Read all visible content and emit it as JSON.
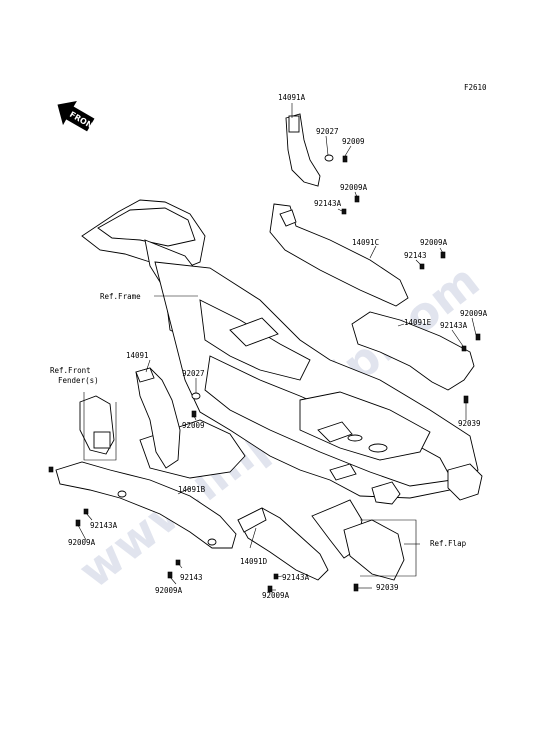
{
  "figure_code": "F2610",
  "front_marker": "FRONT",
  "watermark": "www.impex-jp.com",
  "labels": {
    "p14091A": "14091A",
    "p92027_top": "92027",
    "p92009_top": "92009",
    "p92009A_1": "92009A",
    "p92143A_1": "92143A",
    "p14091C": "14091C",
    "p92009A_2": "92009A",
    "p92143_1": "92143",
    "p92009A_3": "92009A",
    "p14091E": "14091E",
    "p92143A_2": "92143A",
    "ref_frame": "Ref.Frame",
    "p14091": "14091",
    "p92027_mid": "92027",
    "p92009_mid": "92009",
    "p92039_1": "92039",
    "ref_front_fender_1": "Ref.Front",
    "ref_front_fender_2": "Fender(s)",
    "p14091B": "14091B",
    "p92143A_3": "92143A",
    "p92009A_4": "92009A",
    "p92143_2": "92143",
    "p92009A_5": "92009A",
    "p14091D": "14091D",
    "ref_flap": "Ref.Flap",
    "p92143A_4": "92143A",
    "p92009A_6": "92009A",
    "p92039_2": "92039"
  }
}
